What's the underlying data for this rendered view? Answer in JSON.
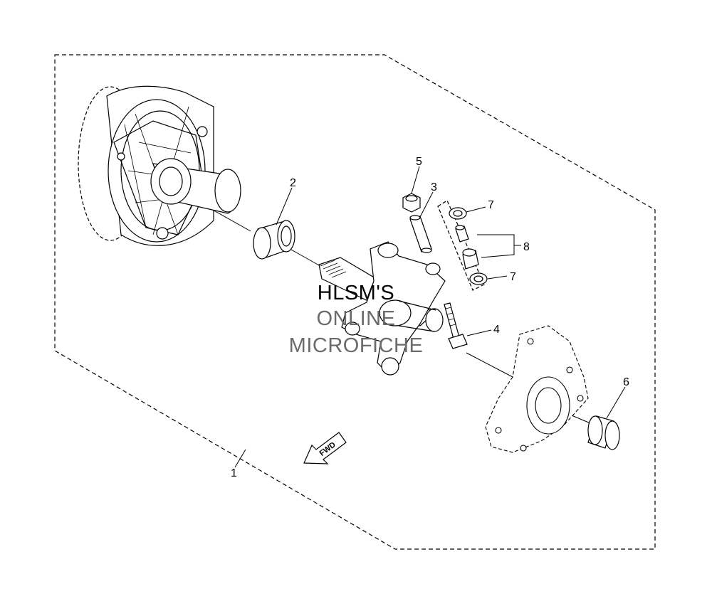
{
  "diagram": {
    "part_labels": {
      "p1": "1",
      "p2": "2",
      "p3": "3",
      "p4": "4",
      "p5": "5",
      "p6": "6",
      "p7a": "7",
      "p7b": "7",
      "p8": "8"
    },
    "fwd_label": "FWD",
    "watermark": {
      "line1": "HLSM'S",
      "line2": "ONLINE",
      "line3": "MICROFICHE"
    }
  }
}
